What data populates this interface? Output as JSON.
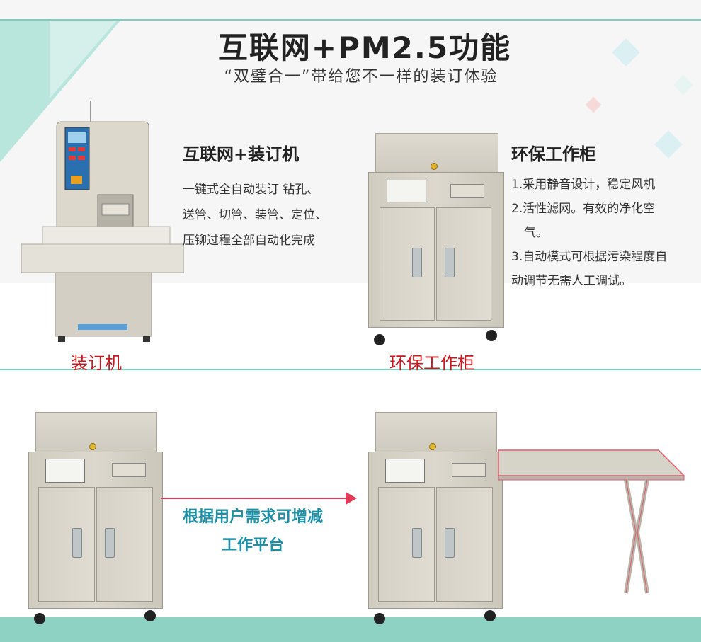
{
  "header": {
    "title": "互联网+PM2.5功能",
    "subtitle": "“双璧合一”带给您不一样的装订体验"
  },
  "binder_section": {
    "title": "互联网+装订机",
    "lines": [
      "一键式全自动装订 钻孔、",
      "送管、切管、装管、定位、",
      "压铆过程全部自动化完成"
    ],
    "caption": "装订机"
  },
  "cabinet_section": {
    "title": "环保工作柜",
    "lines": [
      "1.采用静音设计，稳定风机",
      "2.活性滤网。有效的净化空",
      "气。",
      "3.自动模式可根据污染程度自",
      "动调节无需人工调试。"
    ],
    "caption": "环保工作柜"
  },
  "upgrade": {
    "line1": "根据用户需求可增减",
    "line2": "工作平台"
  },
  "colors": {
    "accent": "#7ecdbf",
    "caption": "#c8191e",
    "arrow": "#e23a58",
    "arrow_text": "#1f8fa5"
  }
}
